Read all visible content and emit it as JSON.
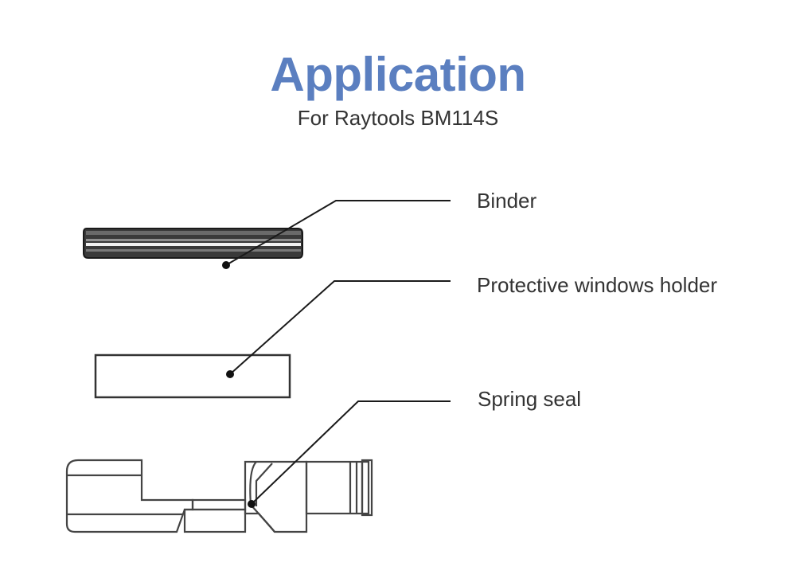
{
  "header": {
    "title": "Application",
    "subtitle": "For Raytools BM114S"
  },
  "callouts": [
    {
      "id": "binder",
      "label": "Binder"
    },
    {
      "id": "holder",
      "label": "Protective windows holder"
    },
    {
      "id": "spring",
      "label": "Spring seal"
    }
  ],
  "colors": {
    "title": "#5b7fc0",
    "text": "#333333",
    "line": "#1a1a1a"
  }
}
